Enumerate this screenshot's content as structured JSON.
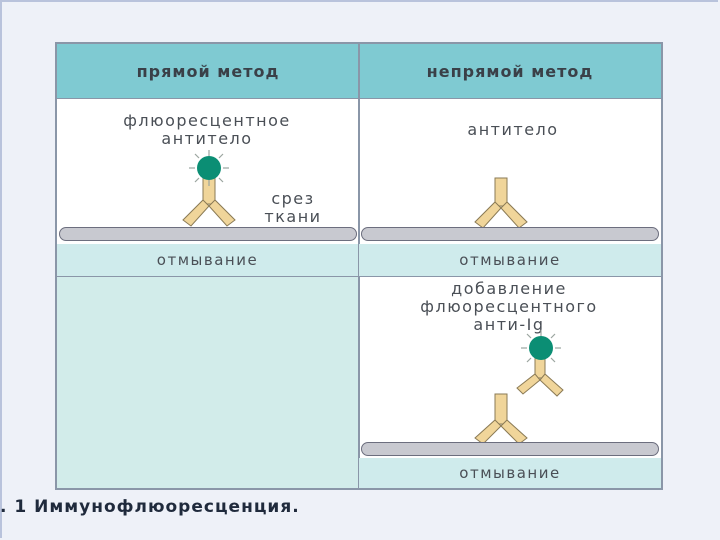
{
  "columns": {
    "direct_title": "прямой метод",
    "indirect_title": "непрямой метод"
  },
  "direct": {
    "antibody_label_line1": "флюоресцентное",
    "antibody_label_line2": "антитело",
    "tissue_label_line1": "срез",
    "tissue_label_line2": "ткани",
    "wash_label": "отмывание"
  },
  "indirect": {
    "antibody_label": "антитело",
    "wash_label_1": "отмывание",
    "add_label_line1": "добавление",
    "add_label_line2": "флюоресцентного",
    "add_label_line3": "анти-Ig",
    "wash_label_2": "отмывание"
  },
  "caption": ". 1 Иммунофлюоресценция.",
  "colors": {
    "header": "#7fcad2",
    "band": "#cfebec",
    "antibody": "#f0d59a",
    "fluorophore": "#0b8e74",
    "tissue": "#c8c9d0"
  }
}
